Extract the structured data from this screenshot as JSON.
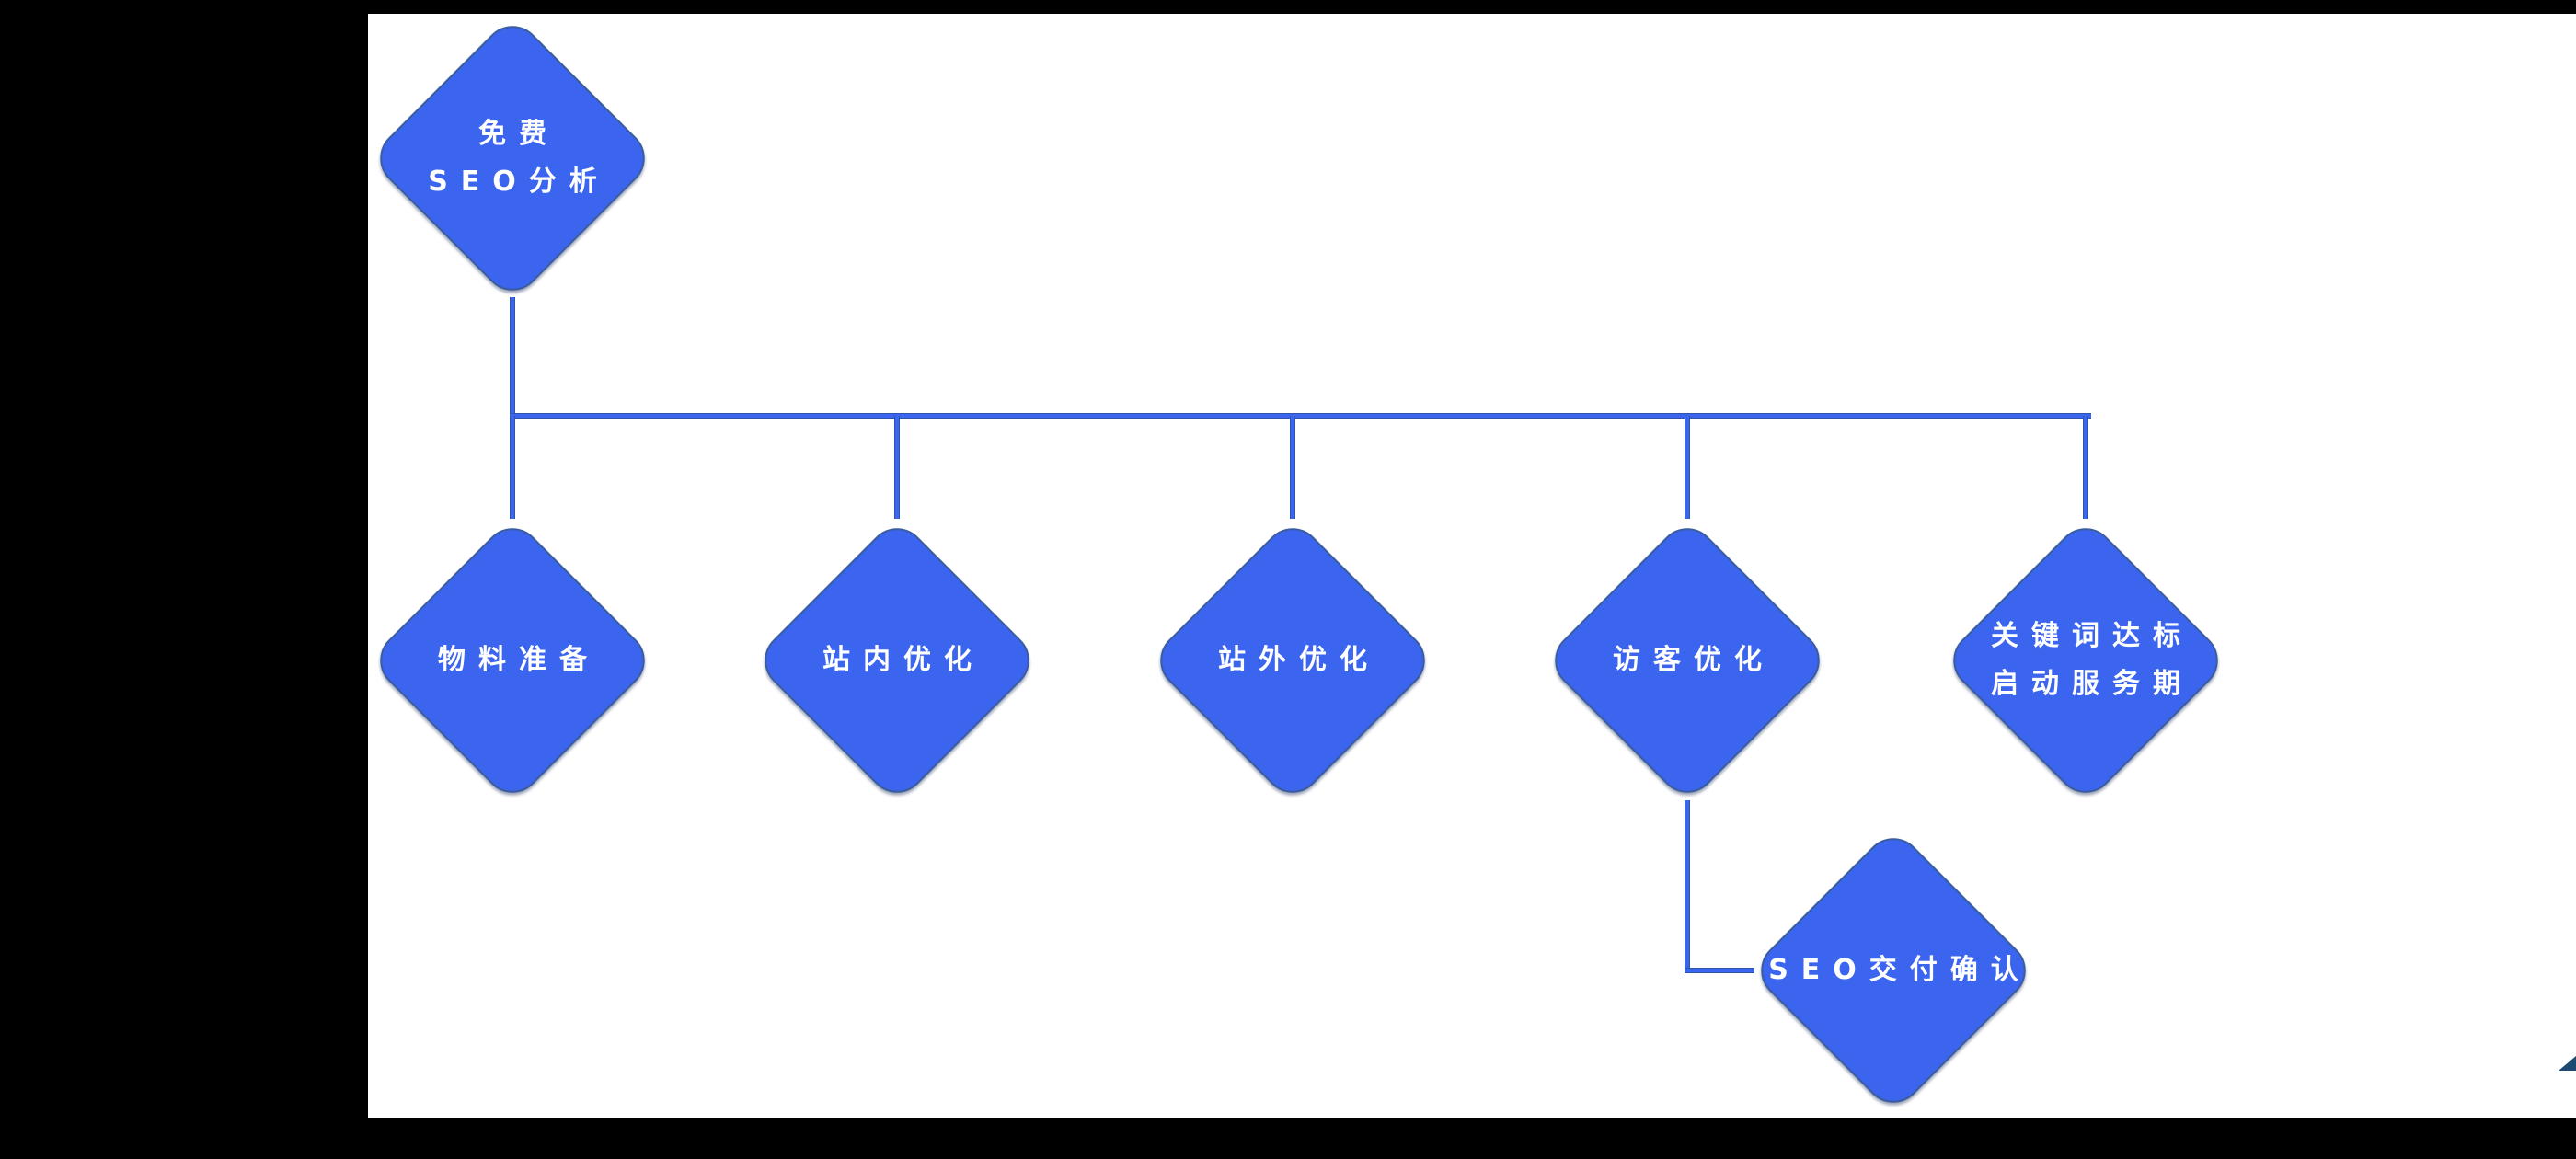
{
  "background": {
    "frame_color": "#000000",
    "canvas_color": "#ffffff"
  },
  "palette": {
    "node_fill": "#3b65ef",
    "node_border": "#3a5ca0",
    "connector_core": "#3b65ef",
    "connector_edge": "#2e56a8",
    "label_text": "#ffffff",
    "corner_wedge": "#1c4a70"
  },
  "diagram": {
    "type": "flowchart",
    "nodes": [
      {
        "id": "seo-analysis",
        "line1": "免费",
        "line2": "SEO分析"
      },
      {
        "id": "material-prep",
        "line1": "物料准备"
      },
      {
        "id": "onsite-optimization",
        "line1": "站内优化"
      },
      {
        "id": "offsite-optimization",
        "line1": "站外优化"
      },
      {
        "id": "visitor-optimization",
        "line1": "访客优化"
      },
      {
        "id": "keyword-target",
        "line1": "关键词达标",
        "line2": "启动服务期"
      },
      {
        "id": "seo-delivery-confirm",
        "line1": "SEO交付确认"
      }
    ],
    "edges": [
      {
        "from": "seo-analysis",
        "to": "material-prep"
      },
      {
        "from": "seo-analysis",
        "to": "onsite-optimization"
      },
      {
        "from": "seo-analysis",
        "to": "offsite-optimization"
      },
      {
        "from": "seo-analysis",
        "to": "visitor-optimization"
      },
      {
        "from": "seo-analysis",
        "to": "keyword-target"
      },
      {
        "from": "visitor-optimization",
        "to": "seo-delivery-confirm"
      }
    ]
  }
}
